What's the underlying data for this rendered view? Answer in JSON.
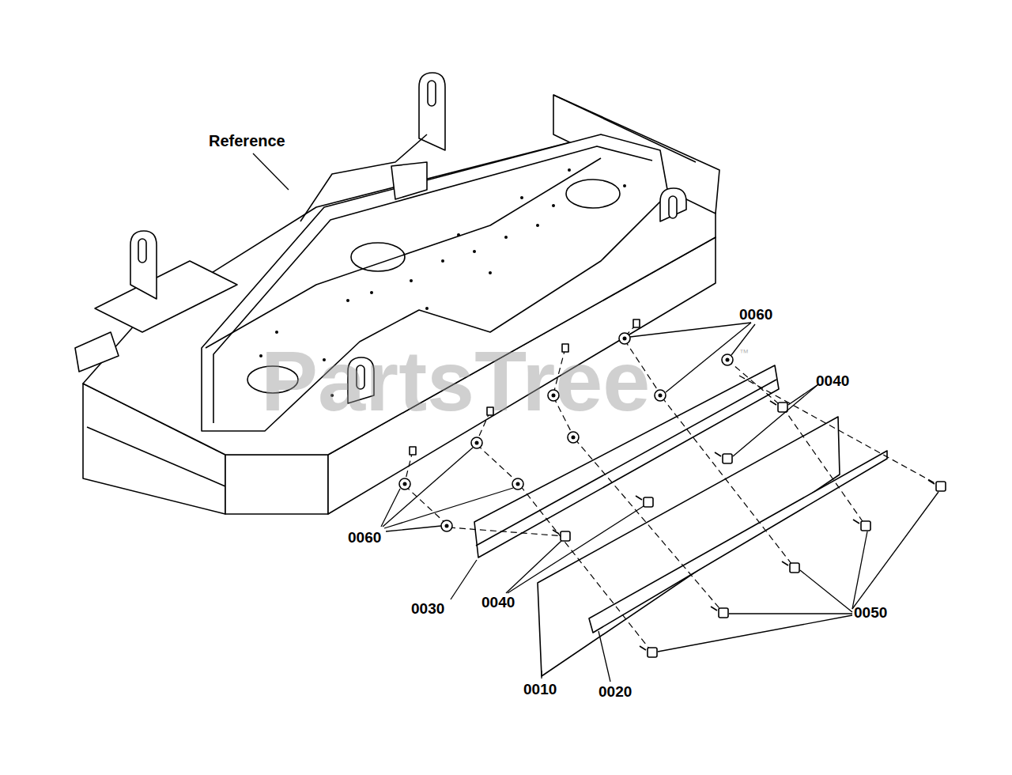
{
  "diagram": {
    "labels": [
      "Reference",
      "0060",
      "0040",
      "0060",
      "0030",
      "0040",
      "0050",
      "0010",
      "0020",
      "PartsTree",
      "™"
    ]
  }
}
